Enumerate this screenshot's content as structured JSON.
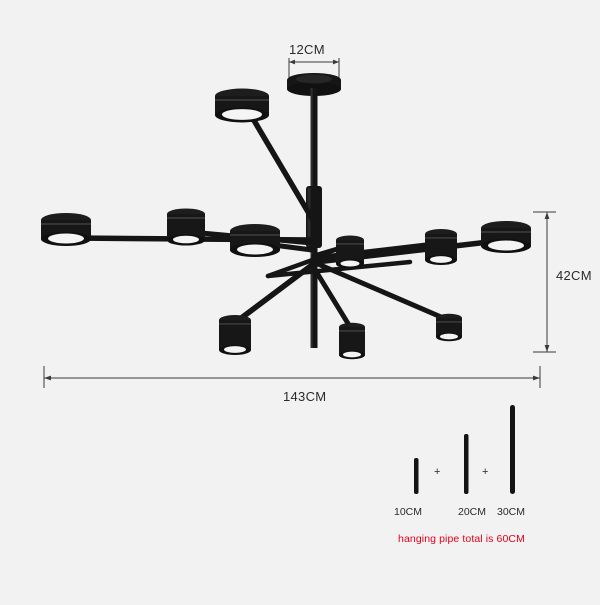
{
  "page": {
    "background_color": "#f2f2f2",
    "product": "multi-head sputnik ceiling chandelier dimension diagram"
  },
  "dimensions": {
    "canopy_width": "12CM",
    "height": "42CM",
    "width": "143CM"
  },
  "pipes": {
    "segment_1": "10CM",
    "segment_2": "20CM",
    "segment_3": "30CM",
    "plus_1": "+",
    "plus_2": "+",
    "total_note": "hanging pipe total is 60CM",
    "total_note_color": "#e3001b"
  },
  "colors": {
    "fixture": "#1a1a1a",
    "shade_face": "#f4f4f4",
    "dimension_line": "#3a3a3a",
    "text": "#2b2b2b"
  },
  "lamp_heads": [
    {
      "id": "head-top-left",
      "facing": "down"
    },
    {
      "id": "head-left-outer",
      "facing": "down"
    },
    {
      "id": "head-left-inner",
      "facing": "down"
    },
    {
      "id": "head-center-left",
      "facing": "down"
    },
    {
      "id": "head-center-right",
      "facing": "down"
    },
    {
      "id": "head-right-inner",
      "facing": "down"
    },
    {
      "id": "head-right-outer",
      "facing": "down"
    },
    {
      "id": "head-lower-left",
      "facing": "down"
    },
    {
      "id": "head-lower-center",
      "facing": "down"
    },
    {
      "id": "head-lower-right",
      "facing": "down"
    }
  ]
}
